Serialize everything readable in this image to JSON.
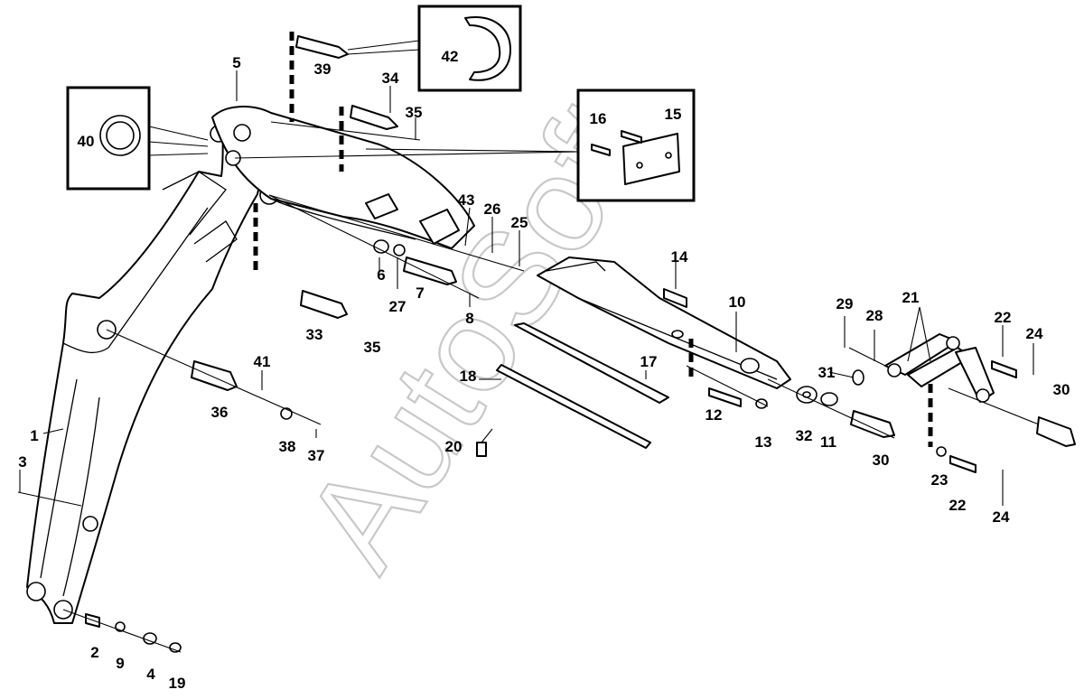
{
  "watermark": "AutoSoft",
  "callouts": [
    {
      "id": "c1",
      "label": "1"
    },
    {
      "id": "c2",
      "label": "2"
    },
    {
      "id": "c3",
      "label": "3"
    },
    {
      "id": "c4",
      "label": "4"
    },
    {
      "id": "c5",
      "label": "5"
    },
    {
      "id": "c6",
      "label": "6"
    },
    {
      "id": "c7",
      "label": "7"
    },
    {
      "id": "c8",
      "label": "8"
    },
    {
      "id": "c9",
      "label": "9"
    },
    {
      "id": "c10",
      "label": "10"
    },
    {
      "id": "c11",
      "label": "11"
    },
    {
      "id": "c12",
      "label": "12"
    },
    {
      "id": "c13",
      "label": "13"
    },
    {
      "id": "c14",
      "label": "14"
    },
    {
      "id": "c15",
      "label": "15"
    },
    {
      "id": "c16",
      "label": "16"
    },
    {
      "id": "c17",
      "label": "17"
    },
    {
      "id": "c18",
      "label": "18"
    },
    {
      "id": "c19",
      "label": "19"
    },
    {
      "id": "c20",
      "label": "20"
    },
    {
      "id": "c21",
      "label": "21"
    },
    {
      "id": "c22a",
      "label": "22"
    },
    {
      "id": "c22b",
      "label": "22"
    },
    {
      "id": "c23",
      "label": "23"
    },
    {
      "id": "c24a",
      "label": "24"
    },
    {
      "id": "c24b",
      "label": "24"
    },
    {
      "id": "c25",
      "label": "25"
    },
    {
      "id": "c26",
      "label": "26"
    },
    {
      "id": "c27",
      "label": "27"
    },
    {
      "id": "c28",
      "label": "28"
    },
    {
      "id": "c29",
      "label": "29"
    },
    {
      "id": "c30a",
      "label": "30"
    },
    {
      "id": "c30b",
      "label": "30"
    },
    {
      "id": "c31",
      "label": "31"
    },
    {
      "id": "c32",
      "label": "32"
    },
    {
      "id": "c33",
      "label": "33"
    },
    {
      "id": "c34",
      "label": "34"
    },
    {
      "id": "c35a",
      "label": "35"
    },
    {
      "id": "c35b",
      "label": "35"
    },
    {
      "id": "c36",
      "label": "36"
    },
    {
      "id": "c37",
      "label": "37"
    },
    {
      "id": "c38",
      "label": "38"
    },
    {
      "id": "c39",
      "label": "39"
    },
    {
      "id": "c40",
      "label": "40"
    },
    {
      "id": "c41",
      "label": "41"
    },
    {
      "id": "c42",
      "label": "42"
    },
    {
      "id": "c43",
      "label": "43"
    }
  ]
}
